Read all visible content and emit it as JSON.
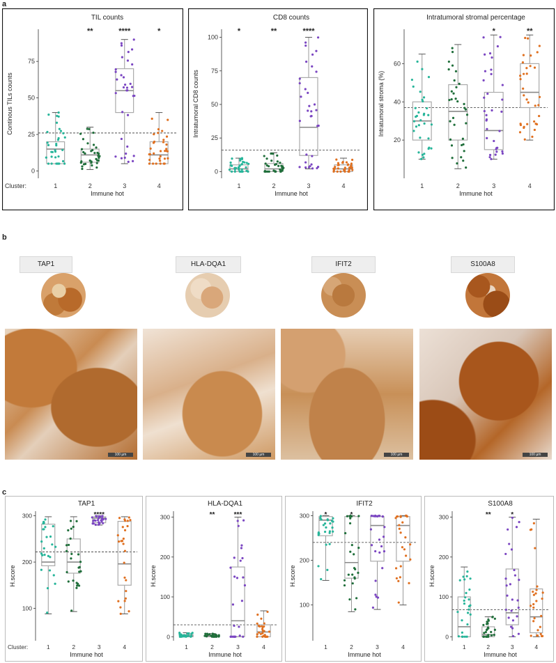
{
  "panel_labels": {
    "a": "a",
    "b": "b",
    "c": "c"
  },
  "cluster_label": "Cluster:",
  "xaxis_label": "Immune hot",
  "charts_a": [
    {
      "type": "box",
      "title": "TIL counts",
      "ylabel": "Continous TILs counts",
      "xlabel": "Immune hot",
      "categories": [
        "1",
        "2",
        "3",
        "4"
      ],
      "significance": [
        "",
        "**",
        "****",
        "*"
      ],
      "ylim": [
        -5,
        97
      ],
      "yticks": [
        0,
        25,
        50,
        75
      ],
      "threshold": 26,
      "colors": [
        "#27b59a",
        "#1f6e3a",
        "#7b46c2",
        "#e07020"
      ],
      "boxes": [
        {
          "min": 5,
          "q1": 5,
          "median": 15,
          "q3": 20,
          "max": 40
        },
        {
          "min": 1,
          "q1": 6,
          "median": 11,
          "q3": 15,
          "max": 30
        },
        {
          "min": 5,
          "q1": 40,
          "median": 55,
          "q3": 70,
          "max": 90
        },
        {
          "min": 5,
          "q1": 5,
          "median": 11,
          "q3": 20,
          "max": 40
        }
      ]
    },
    {
      "type": "box",
      "title": "CD8 counts",
      "ylabel": "Intratumoral CD8 counts",
      "xlabel": "Immune hot",
      "categories": [
        "1",
        "2",
        "3",
        "4"
      ],
      "significance": [
        "*",
        "**",
        "****",
        ""
      ],
      "ylim": [
        -5,
        106
      ],
      "yticks": [
        0,
        25,
        50,
        75,
        100
      ],
      "threshold": 16,
      "colors": [
        "#27b59a",
        "#1f6e3a",
        "#7b46c2",
        "#e07020"
      ],
      "boxes": [
        {
          "min": 0,
          "q1": 0,
          "median": 2,
          "q3": 5,
          "max": 10
        },
        {
          "min": 0,
          "q1": 0,
          "median": 2,
          "q3": 6,
          "max": 14
        },
        {
          "min": 2,
          "q1": 12,
          "median": 33,
          "q3": 70,
          "max": 100
        },
        {
          "min": 0,
          "q1": 0,
          "median": 2,
          "q3": 5,
          "max": 10
        }
      ]
    },
    {
      "type": "box",
      "title": "Intratumoral stromal percentage",
      "ylabel": "Intratumoral stroma (%)",
      "xlabel": "Immune hot",
      "categories": [
        "1",
        "2",
        "3",
        "4"
      ],
      "significance": [
        "",
        "",
        "*",
        "**"
      ],
      "ylim": [
        0,
        78
      ],
      "yticks": [
        20,
        40,
        60
      ],
      "threshold": 37,
      "colors": [
        "#27b59a",
        "#1f6e3a",
        "#7b46c2",
        "#e07020"
      ],
      "boxes": [
        {
          "min": 10,
          "q1": 20,
          "median": 30,
          "q3": 40,
          "max": 65
        },
        {
          "min": 5,
          "q1": 20,
          "median": 35,
          "q3": 49,
          "max": 70
        },
        {
          "min": 10,
          "q1": 15,
          "median": 25,
          "q3": 45,
          "max": 75
        },
        {
          "min": 20,
          "q1": 37,
          "median": 45,
          "q3": 60,
          "max": 75
        }
      ]
    }
  ],
  "ihc": {
    "markers": [
      "TAP1",
      "HLA-DQA1",
      "IFIT2",
      "S100A8"
    ],
    "scale_text": "100 µm"
  },
  "charts_c": [
    {
      "type": "box",
      "title": "TAP1",
      "ylabel": "H.score",
      "xlabel": "Immune hot",
      "categories": [
        "1",
        "2",
        "3",
        "4"
      ],
      "significance": [
        "",
        "",
        "****",
        ""
      ],
      "ylim": [
        30,
        310
      ],
      "yticks": [
        100,
        200,
        300
      ],
      "threshold": 222,
      "colors": [
        "#27b59a",
        "#1f6e3a",
        "#7b46c2",
        "#e07020"
      ],
      "boxes": [
        {
          "min": 88,
          "q1": 192,
          "median": 200,
          "q3": 282,
          "max": 298
        },
        {
          "min": 93,
          "q1": 176,
          "median": 200,
          "q3": 250,
          "max": 298
        },
        {
          "min": 280,
          "q1": 285,
          "median": 295,
          "q3": 298,
          "max": 300
        },
        {
          "min": 88,
          "q1": 150,
          "median": 196,
          "q3": 288,
          "max": 298
        }
      ]
    },
    {
      "type": "box",
      "title": "HLA-DQA1",
      "ylabel": "H.score",
      "xlabel": "Immune hot",
      "categories": [
        "1",
        "2",
        "3",
        "4"
      ],
      "significance": [
        "",
        "**",
        "***",
        ""
      ],
      "ylim": [
        -10,
        315
      ],
      "yticks": [
        0,
        100,
        200,
        300
      ],
      "threshold": 30,
      "colors": [
        "#27b59a",
        "#1f6e3a",
        "#7b46c2",
        "#e07020"
      ],
      "boxes": [
        {
          "min": 0,
          "q1": 0,
          "median": 2,
          "q3": 5,
          "max": 10
        },
        {
          "min": 0,
          "q1": 0,
          "median": 2,
          "q3": 4,
          "max": 8
        },
        {
          "min": 0,
          "q1": 0,
          "median": 40,
          "q3": 175,
          "max": 300
        },
        {
          "min": 0,
          "q1": 0,
          "median": 12,
          "q3": 30,
          "max": 65
        }
      ]
    },
    {
      "type": "box",
      "title": "IFIT2",
      "ylabel": "H.score",
      "xlabel": "Immune hot",
      "categories": [
        "1",
        "2",
        "3",
        "4"
      ],
      "significance": [
        "*",
        "*",
        "",
        ""
      ],
      "ylim": [
        20,
        310
      ],
      "yticks": [
        100,
        200,
        300
      ],
      "threshold": 240,
      "colors": [
        "#27b59a",
        "#1f6e3a",
        "#7b46c2",
        "#e07020"
      ],
      "boxes": [
        {
          "min": 155,
          "q1": 255,
          "median": 290,
          "q3": 298,
          "max": 300
        },
        {
          "min": 85,
          "q1": 160,
          "median": 195,
          "q3": 298,
          "max": 300
        },
        {
          "min": 90,
          "q1": 198,
          "median": 278,
          "q3": 298,
          "max": 300
        },
        {
          "min": 100,
          "q1": 198,
          "median": 278,
          "q3": 298,
          "max": 300
        }
      ]
    },
    {
      "type": "box",
      "title": "S100A8",
      "ylabel": "H.score",
      "xlabel": "Immune hot",
      "categories": [
        "1",
        "2",
        "3",
        "4"
      ],
      "significance": [
        "",
        "**",
        "*",
        ""
      ],
      "ylim": [
        -10,
        315
      ],
      "yticks": [
        0,
        100,
        200,
        300
      ],
      "threshold": 68,
      "colors": [
        "#27b59a",
        "#1f6e3a",
        "#7b46c2",
        "#e07020"
      ],
      "boxes": [
        {
          "min": 0,
          "q1": 0,
          "median": 25,
          "q3": 100,
          "max": 175
        },
        {
          "min": 0,
          "q1": 0,
          "median": 5,
          "q3": 25,
          "max": 50
        },
        {
          "min": 0,
          "q1": 30,
          "median": 60,
          "q3": 170,
          "max": 300
        },
        {
          "min": 0,
          "q1": 10,
          "median": 50,
          "q3": 120,
          "max": 295
        }
      ]
    }
  ]
}
